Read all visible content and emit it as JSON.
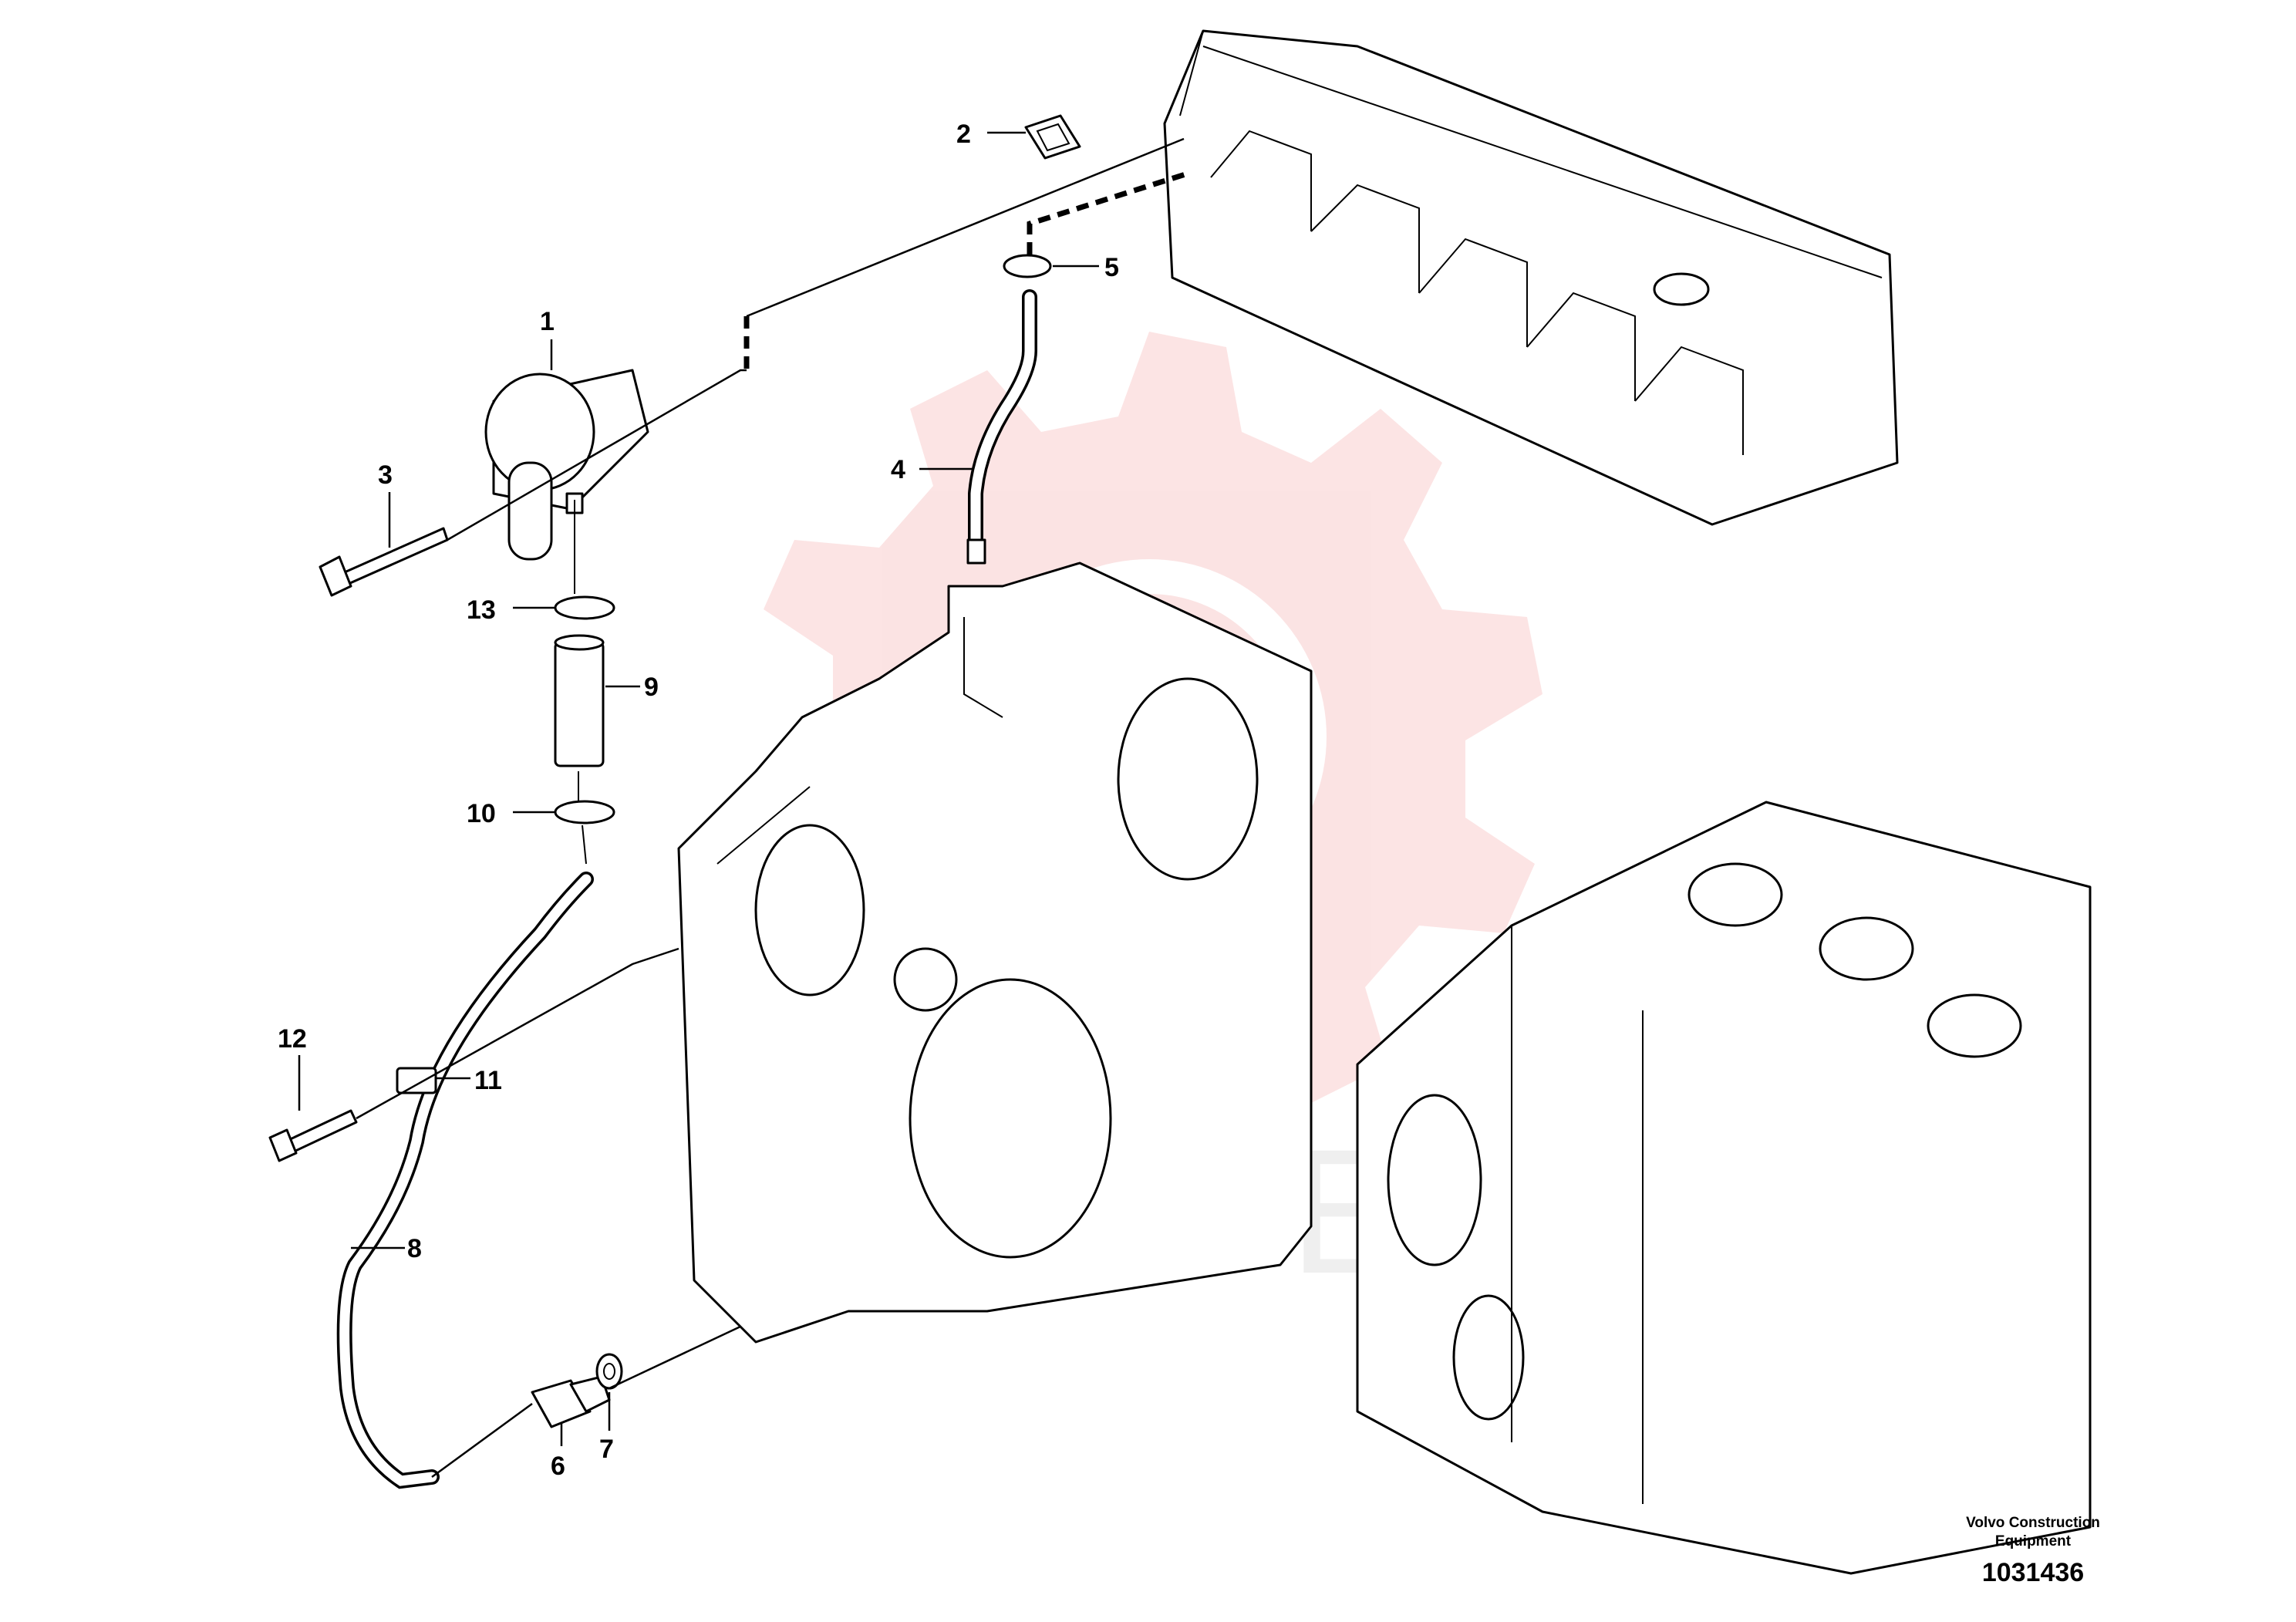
{
  "watermark": {
    "text": "МИТЕХ",
    "gear_color": "#e84040"
  },
  "callouts": [
    {
      "id": "1",
      "label": "1"
    },
    {
      "id": "2",
      "label": "2"
    },
    {
      "id": "3",
      "label": "3"
    },
    {
      "id": "4",
      "label": "4"
    },
    {
      "id": "5",
      "label": "5"
    },
    {
      "id": "6",
      "label": "6"
    },
    {
      "id": "7",
      "label": "7"
    },
    {
      "id": "8",
      "label": "8"
    },
    {
      "id": "9",
      "label": "9"
    },
    {
      "id": "10",
      "label": "10"
    },
    {
      "id": "11",
      "label": "11"
    },
    {
      "id": "12",
      "label": "12"
    },
    {
      "id": "13",
      "label": "13"
    }
  ],
  "footer": {
    "brand_line1": "Volvo Construction",
    "brand_line2": "Equipment",
    "doc_number": "1031436"
  }
}
